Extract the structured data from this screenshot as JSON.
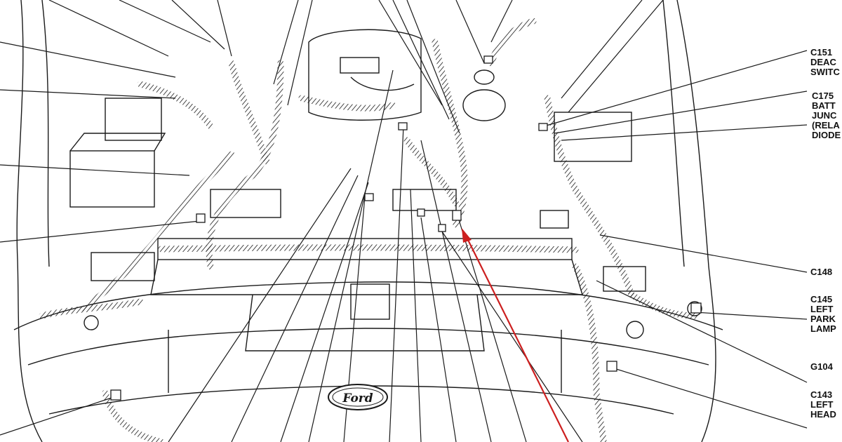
{
  "diagram": {
    "callouts": [
      {
        "id": "c151",
        "lines": [
          "C151",
          "DEAC",
          "SWITC"
        ]
      },
      {
        "id": "c175",
        "lines": [
          "C175",
          "BATT",
          "JUNC",
          "(RELA",
          "DIODE"
        ]
      },
      {
        "id": "c148",
        "lines": [
          "C148"
        ]
      },
      {
        "id": "c145",
        "lines": [
          "C145",
          "LEFT",
          "PARK",
          "LAMP"
        ]
      },
      {
        "id": "g104",
        "lines": [
          "G104"
        ]
      },
      {
        "id": "c143",
        "lines": [
          "C143",
          "LEFT",
          "HEAD"
        ]
      }
    ],
    "grille_logo": "Ford",
    "colors": {
      "line": "#1a1a1a",
      "highlight_arrow": "#cc1f1f",
      "background": "#ffffff"
    }
  }
}
